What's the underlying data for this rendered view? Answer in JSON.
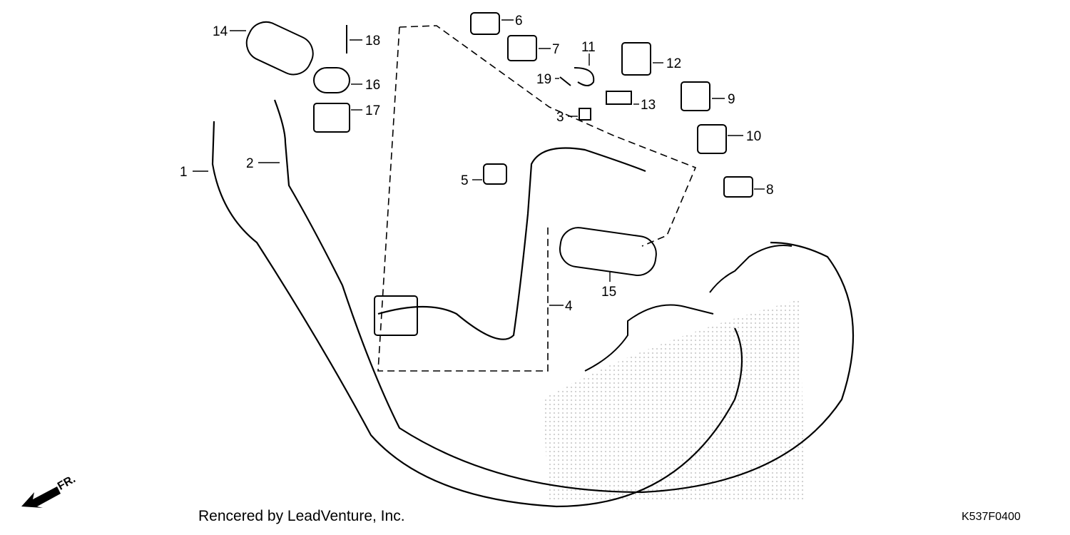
{
  "diagram": {
    "parts": [
      {
        "id": "1",
        "label": "1"
      },
      {
        "id": "2",
        "label": "2"
      },
      {
        "id": "3",
        "label": "3"
      },
      {
        "id": "4",
        "label": "4"
      },
      {
        "id": "5",
        "label": "5"
      },
      {
        "id": "6",
        "label": "6"
      },
      {
        "id": "7",
        "label": "7"
      },
      {
        "id": "8",
        "label": "8"
      },
      {
        "id": "9",
        "label": "9"
      },
      {
        "id": "10",
        "label": "10"
      },
      {
        "id": "11",
        "label": "11"
      },
      {
        "id": "12",
        "label": "12"
      },
      {
        "id": "13",
        "label": "13"
      },
      {
        "id": "14",
        "label": "14"
      },
      {
        "id": "15",
        "label": "15"
      },
      {
        "id": "16",
        "label": "16"
      },
      {
        "id": "17",
        "label": "17"
      },
      {
        "id": "18",
        "label": "18"
      },
      {
        "id": "19",
        "label": "19"
      }
    ],
    "direction_label": "FR.",
    "credit": "Rencered by LeadVenture, Inc.",
    "diagram_code": "K537F0400"
  }
}
